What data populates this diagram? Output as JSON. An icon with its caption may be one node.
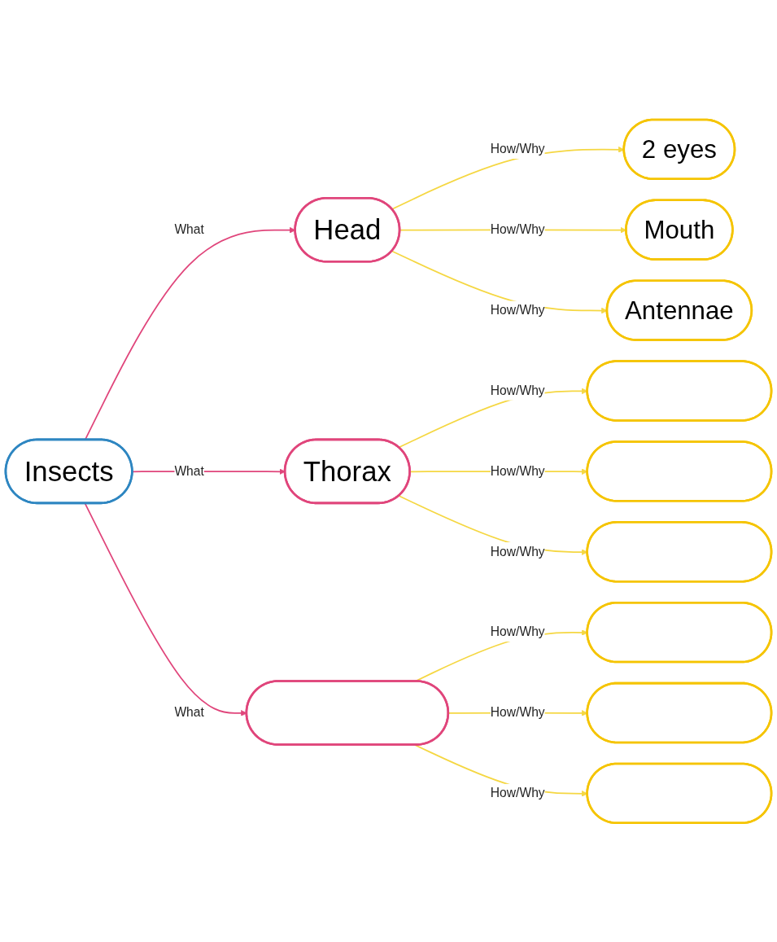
{
  "diagram": {
    "nodes": [
      {
        "text": [
          "Insects"
        ]
      },
      {
        "text": [
          "Head"
        ]
      },
      {
        "text": [
          "Thorax"
        ]
      },
      {
        "text": [],
        "shape": "box"
      },
      {
        "text": [
          "2 eyes"
        ]
      },
      {
        "text": [
          "Mouth"
        ]
      },
      {
        "text": [
          "Antennae"
        ]
      },
      {
        "text": [],
        "shape": "box"
      },
      {
        "text": [],
        "shape": "box"
      },
      {
        "text": [],
        "shape": "box"
      },
      {
        "text": [],
        "shape": "box"
      },
      {
        "text": [],
        "shape": "box"
      },
      {
        "text": [],
        "shape": "box"
      }
    ],
    "edges": [
      {
        "from": 0,
        "to": 1,
        "arrow": "to",
        "label": "What",
        "color": "#e0457b"
      },
      {
        "from": 0,
        "to": 2,
        "arrow": "to",
        "label": "What",
        "color": "#e0457b"
      },
      {
        "from": 0,
        "to": 3,
        "arrow": "to",
        "label": "What",
        "color": "#e0457b"
      },
      {
        "from": 1,
        "to": 4,
        "arrow": "to",
        "label": "How/Why"
      },
      {
        "from": 1,
        "to": 5,
        "arrow": "to",
        "label": "How/Why"
      },
      {
        "from": 1,
        "to": 6,
        "arrow": "to",
        "label": "How/Why"
      },
      {
        "from": 2,
        "to": 7,
        "arrow": "to",
        "label": "How/Why"
      },
      {
        "from": 2,
        "to": 8,
        "arrow": "to",
        "label": "How/Why"
      },
      {
        "from": 2,
        "to": 9,
        "arrow": "to",
        "label": "How/Why"
      },
      {
        "from": 3,
        "to": 10,
        "arrow": "to",
        "label": "How/Why"
      },
      {
        "from": 3,
        "to": 11,
        "arrow": "to",
        "label": "How/Why"
      },
      {
        "from": 3,
        "to": 12,
        "arrow": "to",
        "label": "How/Why"
      }
    ]
  }
}
